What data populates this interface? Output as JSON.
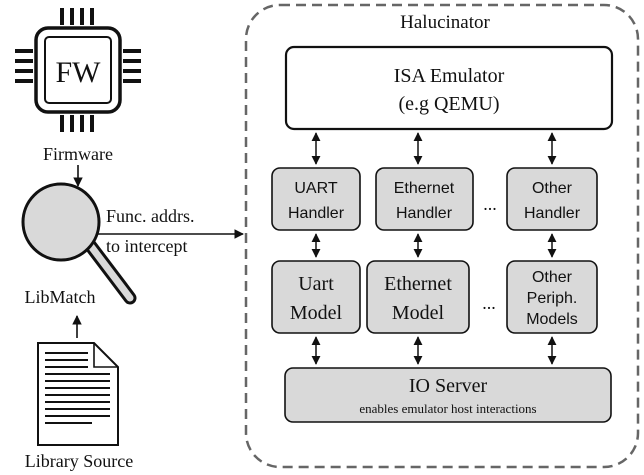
{
  "firmware": {
    "chip_text": "FW",
    "label": "Firmware"
  },
  "libmatch": {
    "label": "LibMatch",
    "arrow_label_line1": "Func. addrs.",
    "arrow_label_line2": "to intercept"
  },
  "library_source": {
    "label": "Library Source"
  },
  "halucinator": {
    "title": "Halucinator",
    "isa_emulator": {
      "line1": "ISA Emulator",
      "line2": "(e.g QEMU)"
    },
    "handlers": {
      "uart": {
        "line1": "UART",
        "line2": "Handler"
      },
      "ethernet": {
        "line1": "Ethernet",
        "line2": "Handler"
      },
      "other": {
        "line1": "Other",
        "line2": "Handler"
      },
      "ellipsis": "..."
    },
    "models": {
      "uart": {
        "line1": "Uart",
        "line2": "Model"
      },
      "ethernet": {
        "line1": "Ethernet",
        "line2": "Model"
      },
      "other": {
        "line1": "Other",
        "line2": "Periph.",
        "line3": "Models"
      },
      "ellipsis": "..."
    },
    "io_server": {
      "title": "IO Server",
      "subtitle": "enables emulator host interactions"
    }
  },
  "colors": {
    "box_fill": "#d9d9d9",
    "stroke": "#222222",
    "container_dash": "#666666"
  }
}
